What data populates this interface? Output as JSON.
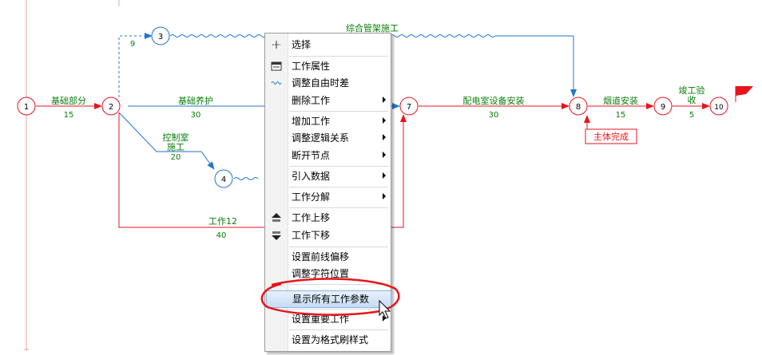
{
  "diagram": {
    "nodes": [
      "1",
      "2",
      "3",
      "4",
      "7",
      "8",
      "9",
      "10"
    ],
    "activities": {
      "a12": {
        "name": "基础部分",
        "duration": "15"
      },
      "a23_dur": "9",
      "a27": {
        "name": "基础养护",
        "duration": "30"
      },
      "a24_name1": "控制室",
      "a24_name2": "施工",
      "a24_dur": "20",
      "a2_7": {
        "name": "工作12",
        "duration": "40"
      },
      "a38": {
        "name": "综合管架施工"
      },
      "a78": {
        "name": "配电室设备安装",
        "duration": "30"
      },
      "a89": {
        "name": "烟道安装",
        "duration": "15"
      },
      "a910_name1": "竣工验",
      "a910_name2": "收",
      "a910_dur": "5"
    },
    "milestone": "主体完成"
  },
  "menu": {
    "items": [
      {
        "label": "选择",
        "icon": "select-icon"
      },
      {
        "label": "工作属性",
        "icon": "properties-icon"
      },
      {
        "label": "调整自由时差",
        "icon": "wave-icon"
      },
      {
        "label": "删除工作",
        "submenu": true
      },
      {
        "label": "增加工作",
        "submenu": true
      },
      {
        "label": "调整逻辑关系",
        "submenu": true
      },
      {
        "label": "断开节点",
        "submenu": true
      },
      {
        "label": "引入数据",
        "submenu": true
      },
      {
        "label": "工作分解",
        "submenu": true
      },
      {
        "label": "工作上移",
        "icon": "move-up-icon"
      },
      {
        "label": "工作下移",
        "icon": "move-down-icon"
      },
      {
        "label": "设置前线偏移"
      },
      {
        "label": "调整字符位置"
      },
      {
        "label": "显示所有工作参数",
        "highlighted": true
      },
      {
        "label": "设置重要工作",
        "submenu": true
      },
      {
        "label": "设置为格式刷样式"
      }
    ]
  },
  "colors": {
    "critical": "#e8141b",
    "normal": "#2176cf",
    "label": "#0a7d0a"
  }
}
